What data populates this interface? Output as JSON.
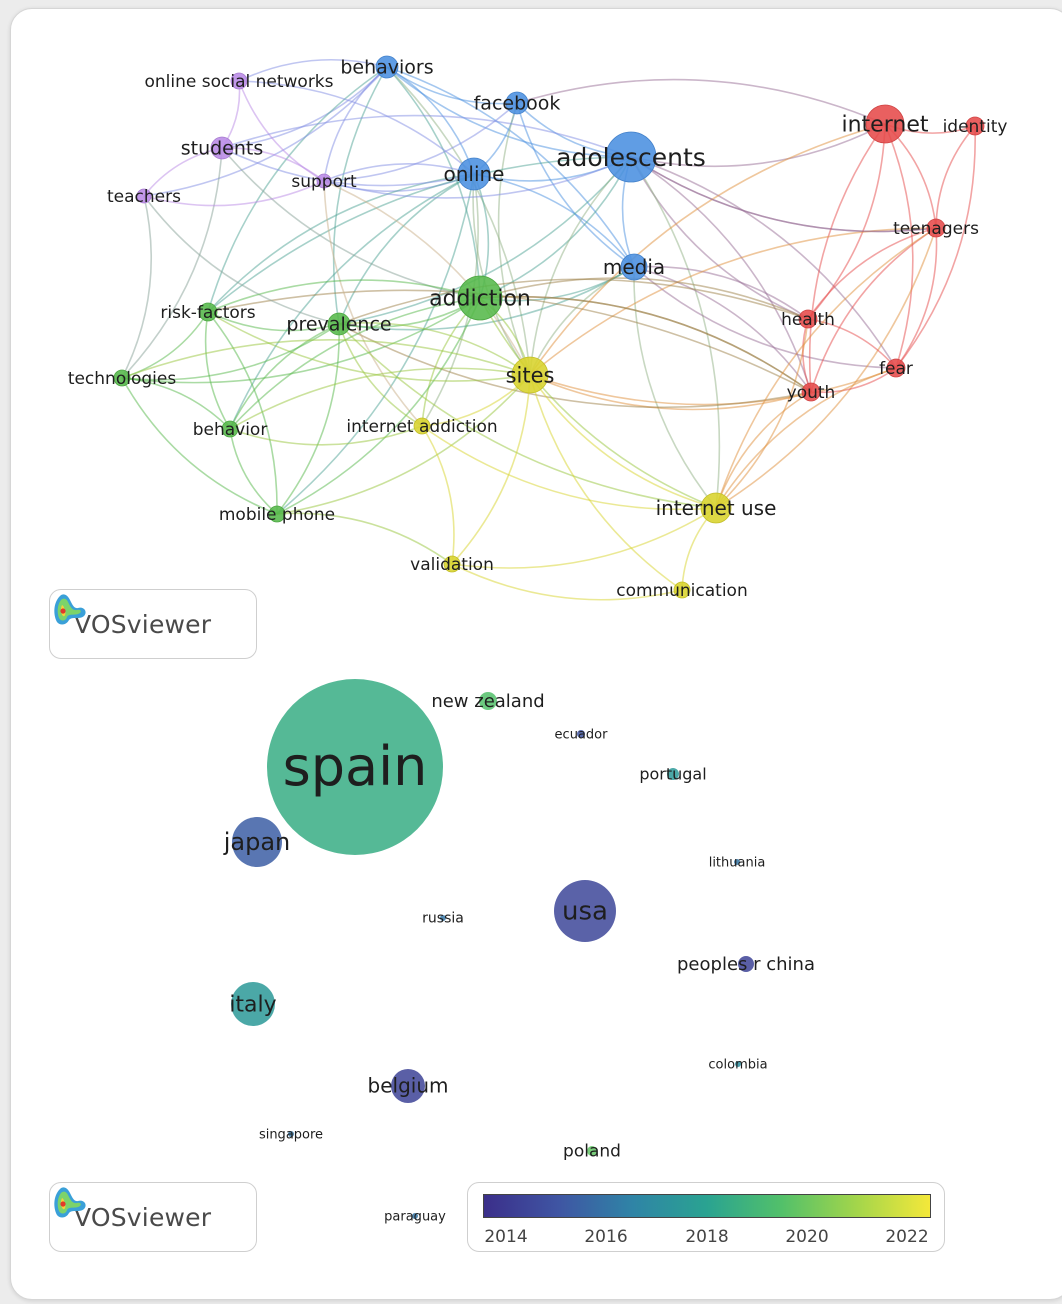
{
  "colors": {
    "cluster_red": "#e64a4a",
    "cluster_blue": "#4a8fe0",
    "cluster_green": "#55b84a",
    "cluster_yellow": "#d8d32b",
    "cluster_purple": "#b98ae6",
    "viridis_stops": [
      "#3b2f8a",
      "#3f55a3",
      "#2f84a6",
      "#2aa391",
      "#52c06a",
      "#a2d54b",
      "#f4e83a"
    ]
  },
  "badges": [
    {
      "text": "VOSviewer"
    },
    {
      "text": "VOSviewer"
    }
  ],
  "legend": {
    "ticks": [
      "2014",
      "2016",
      "2018",
      "2020",
      "2022"
    ]
  },
  "map1": {
    "nodes": [
      {
        "id": "behaviors",
        "label": "behaviors",
        "cluster": "blue"
      },
      {
        "id": "facebook",
        "label": "facebook",
        "cluster": "blue"
      },
      {
        "id": "online",
        "label": "online",
        "cluster": "blue"
      },
      {
        "id": "adolescents",
        "label": "adolescents",
        "cluster": "blue"
      },
      {
        "id": "media",
        "label": "media",
        "cluster": "blue"
      },
      {
        "id": "internet",
        "label": "internet",
        "cluster": "red"
      },
      {
        "id": "identity",
        "label": "identity",
        "cluster": "red"
      },
      {
        "id": "teenagers",
        "label": "teenagers",
        "cluster": "red"
      },
      {
        "id": "health",
        "label": "health",
        "cluster": "red"
      },
      {
        "id": "fear",
        "label": "fear",
        "cluster": "red"
      },
      {
        "id": "youth",
        "label": "youth",
        "cluster": "red"
      },
      {
        "id": "online_social_networks",
        "label": "online social networks",
        "cluster": "purple"
      },
      {
        "id": "students",
        "label": "students",
        "cluster": "purple"
      },
      {
        "id": "teachers",
        "label": "teachers",
        "cluster": "purple"
      },
      {
        "id": "support",
        "label": "support",
        "cluster": "purple"
      },
      {
        "id": "addiction",
        "label": "addiction",
        "cluster": "green"
      },
      {
        "id": "risk_factors",
        "label": "risk-factors",
        "cluster": "green"
      },
      {
        "id": "prevalence",
        "label": "prevalence",
        "cluster": "green"
      },
      {
        "id": "technologies",
        "label": "technologies",
        "cluster": "green"
      },
      {
        "id": "behavior",
        "label": "behavior",
        "cluster": "green"
      },
      {
        "id": "mobile_phone",
        "label": "mobile phone",
        "cluster": "green"
      },
      {
        "id": "sites",
        "label": "sites",
        "cluster": "yellow"
      },
      {
        "id": "internet_addiction",
        "label": "internet addiction",
        "cluster": "yellow"
      },
      {
        "id": "internet_use",
        "label": "internet use",
        "cluster": "yellow"
      },
      {
        "id": "validation",
        "label": "validation",
        "cluster": "yellow"
      },
      {
        "id": "communication",
        "label": "communication",
        "cluster": "yellow"
      }
    ],
    "links": [
      [
        "behaviors",
        "facebook"
      ],
      [
        "behaviors",
        "online"
      ],
      [
        "behaviors",
        "adolescents"
      ],
      [
        "behaviors",
        "students"
      ],
      [
        "behaviors",
        "support"
      ],
      [
        "behaviors",
        "addiction"
      ],
      [
        "behaviors",
        "prevalence"
      ],
      [
        "behaviors",
        "media"
      ],
      [
        "behaviors",
        "risk_factors"
      ],
      [
        "behaviors",
        "teachers"
      ],
      [
        "behaviors",
        "online_social_networks"
      ],
      [
        "behaviors",
        "sites"
      ],
      [
        "facebook",
        "adolescents"
      ],
      [
        "facebook",
        "online"
      ],
      [
        "facebook",
        "media"
      ],
      [
        "facebook",
        "internet"
      ],
      [
        "facebook",
        "sites"
      ],
      [
        "facebook",
        "support"
      ],
      [
        "online",
        "adolescents"
      ],
      [
        "online",
        "addiction"
      ],
      [
        "online",
        "prevalence"
      ],
      [
        "online",
        "media"
      ],
      [
        "online",
        "sites"
      ],
      [
        "online",
        "support"
      ],
      [
        "online",
        "behavior"
      ],
      [
        "online",
        "internet_addiction"
      ],
      [
        "online",
        "risk_factors"
      ],
      [
        "online",
        "mobile_phone"
      ],
      [
        "adolescents",
        "media"
      ],
      [
        "adolescents",
        "addiction"
      ],
      [
        "adolescents",
        "internet"
      ],
      [
        "adolescents",
        "prevalence"
      ],
      [
        "adolescents",
        "sites"
      ],
      [
        "adolescents",
        "fear"
      ],
      [
        "adolescents",
        "health"
      ],
      [
        "adolescents",
        "internet_use"
      ],
      [
        "adolescents",
        "risk_factors"
      ],
      [
        "adolescents",
        "youth"
      ],
      [
        "adolescents",
        "teenagers"
      ],
      [
        "media",
        "addiction"
      ],
      [
        "media",
        "sites"
      ],
      [
        "media",
        "youth"
      ],
      [
        "media",
        "fear"
      ],
      [
        "media",
        "health"
      ],
      [
        "media",
        "internet_use"
      ],
      [
        "media",
        "prevalence"
      ],
      [
        "internet",
        "identity"
      ],
      [
        "internet",
        "teenagers"
      ],
      [
        "internet",
        "youth"
      ],
      [
        "internet",
        "health"
      ],
      [
        "internet",
        "sites"
      ],
      [
        "internet",
        "fear"
      ],
      [
        "identity",
        "teenagers"
      ],
      [
        "identity",
        "fear"
      ],
      [
        "teenagers",
        "health"
      ],
      [
        "teenagers",
        "fear"
      ],
      [
        "teenagers",
        "youth"
      ],
      [
        "teenagers",
        "internet_use"
      ],
      [
        "teenagers",
        "sites"
      ],
      [
        "teenagers",
        "adolescents"
      ],
      [
        "health",
        "youth"
      ],
      [
        "health",
        "fear"
      ],
      [
        "health",
        "addiction"
      ],
      [
        "health",
        "internet_use"
      ],
      [
        "health",
        "prevalence"
      ],
      [
        "fear",
        "youth"
      ],
      [
        "fear",
        "internet_use"
      ],
      [
        "fear",
        "sites"
      ],
      [
        "youth",
        "internet_use"
      ],
      [
        "youth",
        "sites"
      ],
      [
        "youth",
        "addiction"
      ],
      [
        "youth",
        "prevalence"
      ],
      [
        "youth",
        "risk_factors"
      ],
      [
        "online_social_networks",
        "students"
      ],
      [
        "online_social_networks",
        "support"
      ],
      [
        "online_social_networks",
        "online"
      ],
      [
        "students",
        "teachers"
      ],
      [
        "students",
        "support"
      ],
      [
        "students",
        "online"
      ],
      [
        "students",
        "adolescents"
      ],
      [
        "students",
        "addiction"
      ],
      [
        "students",
        "technologies"
      ],
      [
        "teachers",
        "support"
      ],
      [
        "teachers",
        "technologies"
      ],
      [
        "teachers",
        "prevalence"
      ],
      [
        "support",
        "online"
      ],
      [
        "support",
        "adolescents"
      ],
      [
        "support",
        "sites"
      ],
      [
        "support",
        "internet_addiction"
      ],
      [
        "addiction",
        "prevalence"
      ],
      [
        "addiction",
        "risk_factors"
      ],
      [
        "addiction",
        "technologies"
      ],
      [
        "addiction",
        "behavior"
      ],
      [
        "addiction",
        "sites"
      ],
      [
        "addiction",
        "internet_addiction"
      ],
      [
        "addiction",
        "mobile_phone"
      ],
      [
        "addiction",
        "internet_use"
      ],
      [
        "addiction",
        "youth"
      ],
      [
        "risk_factors",
        "prevalence"
      ],
      [
        "risk_factors",
        "technologies"
      ],
      [
        "risk_factors",
        "behavior"
      ],
      [
        "risk_factors",
        "mobile_phone"
      ],
      [
        "risk_factors",
        "sites"
      ],
      [
        "prevalence",
        "technologies"
      ],
      [
        "prevalence",
        "behavior"
      ],
      [
        "prevalence",
        "sites"
      ],
      [
        "prevalence",
        "internet_addiction"
      ],
      [
        "prevalence",
        "mobile_phone"
      ],
      [
        "prevalence",
        "internet_use"
      ],
      [
        "technologies",
        "behavior"
      ],
      [
        "technologies",
        "mobile_phone"
      ],
      [
        "technologies",
        "sites"
      ],
      [
        "behavior",
        "mobile_phone"
      ],
      [
        "behavior",
        "sites"
      ],
      [
        "behavior",
        "internet_addiction"
      ],
      [
        "mobile_phone",
        "validation"
      ],
      [
        "mobile_phone",
        "sites"
      ],
      [
        "sites",
        "internet_addiction"
      ],
      [
        "sites",
        "internet_use"
      ],
      [
        "sites",
        "validation"
      ],
      [
        "sites",
        "communication"
      ],
      [
        "internet_addiction",
        "validation"
      ],
      [
        "internet_addiction",
        "internet_use"
      ],
      [
        "internet_use",
        "validation"
      ],
      [
        "internet_use",
        "communication"
      ],
      [
        "internet_use",
        "teenagers"
      ],
      [
        "validation",
        "communication"
      ]
    ]
  },
  "map2": {
    "nodes": [
      {
        "id": "spain",
        "label": "spain",
        "year": 2018.5
      },
      {
        "id": "new_zealand",
        "label": "new zealand",
        "year": 2019.5
      },
      {
        "id": "ecuador",
        "label": "ecuador",
        "year": 2015.0
      },
      {
        "id": "portugal",
        "label": "portugal",
        "year": 2017.5
      },
      {
        "id": "japan",
        "label": "japan",
        "year": 2015.3
      },
      {
        "id": "lithuania",
        "label": "lithuania",
        "year": 2016.0
      },
      {
        "id": "russia",
        "label": "russia",
        "year": 2016.0
      },
      {
        "id": "usa",
        "label": "usa",
        "year": 2014.4
      },
      {
        "id": "peoples_r_china",
        "label": "peoples r china",
        "year": 2014.3
      },
      {
        "id": "italy",
        "label": "italy",
        "year": 2017.5
      },
      {
        "id": "colombia",
        "label": "colombia",
        "year": 2017.0
      },
      {
        "id": "belgium",
        "label": "belgium",
        "year": 2014.3
      },
      {
        "id": "singapore",
        "label": "singapore",
        "year": 2016.0
      },
      {
        "id": "poland",
        "label": "poland",
        "year": 2019.8
      },
      {
        "id": "paraguay",
        "label": "paraguay",
        "year": 2016.0
      }
    ]
  }
}
